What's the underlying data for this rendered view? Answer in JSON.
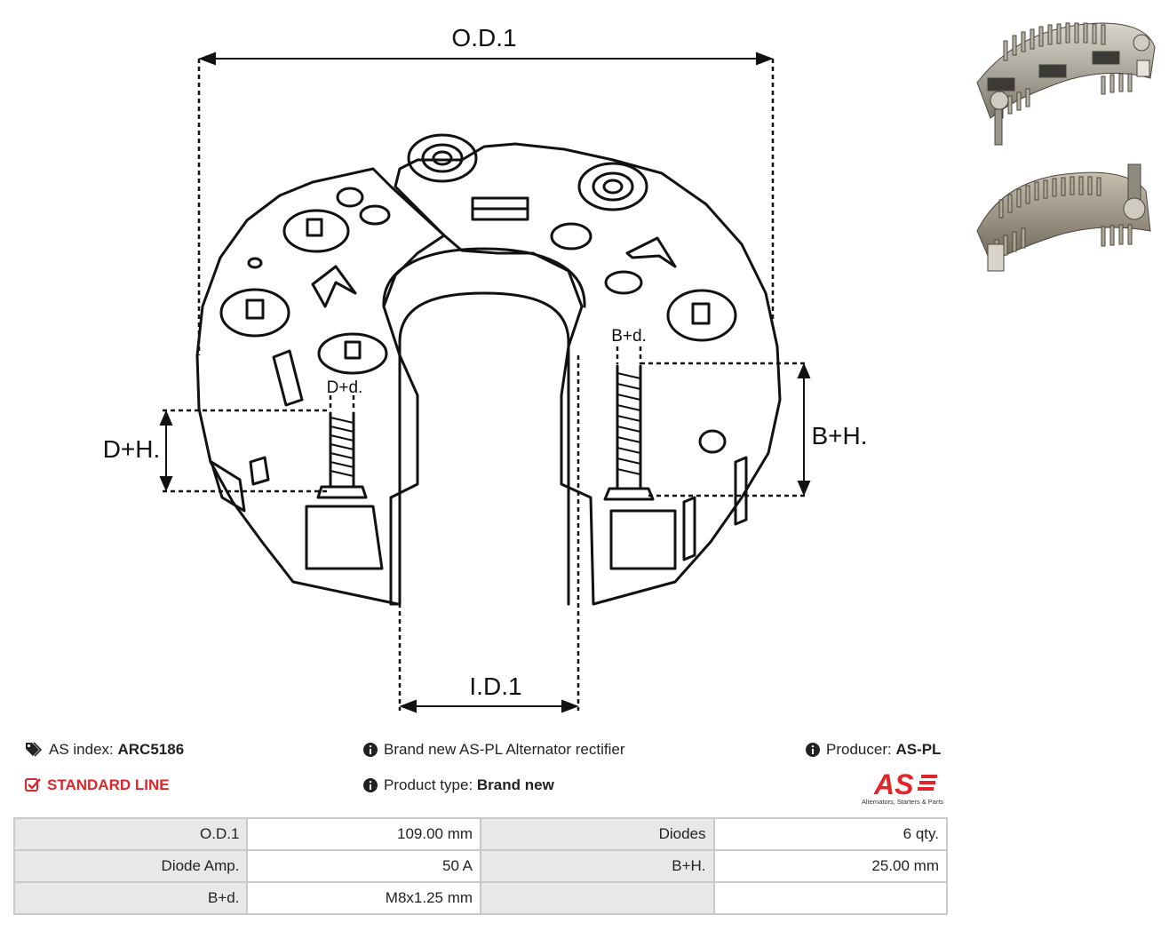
{
  "drawing": {
    "labels": {
      "od": "O.D.1",
      "id": "I.D.1",
      "dh": "D+H.",
      "dd": "D+d.",
      "bh": "B+H.",
      "bd": "B+d."
    }
  },
  "info": {
    "as_index_label": "AS index:",
    "as_index_value": "ARC5186",
    "line": "STANDARD LINE",
    "description": "Brand new AS-PL Alternator rectifier",
    "product_type_label": "Product type:",
    "product_type_value": "Brand new",
    "producer_label": "Producer:",
    "producer_value": "AS-PL"
  },
  "logo": {
    "mark": "AS",
    "tagline": "Alternators, Starters & Parts",
    "color": "#e0262a"
  },
  "specs": {
    "rows": [
      {
        "k1": "O.D.1",
        "v1": "109.00 mm",
        "k2": "Diodes",
        "v2": "6 qty."
      },
      {
        "k1": "Diode Amp.",
        "v1": "50 A",
        "k2": "B+H.",
        "v2": "25.00 mm"
      },
      {
        "k1": "B+d.",
        "v1": "M8x1.25 mm",
        "k2": "",
        "v2": ""
      }
    ]
  },
  "icons": [
    "tag-icon",
    "check-square-icon",
    "info-icon"
  ]
}
